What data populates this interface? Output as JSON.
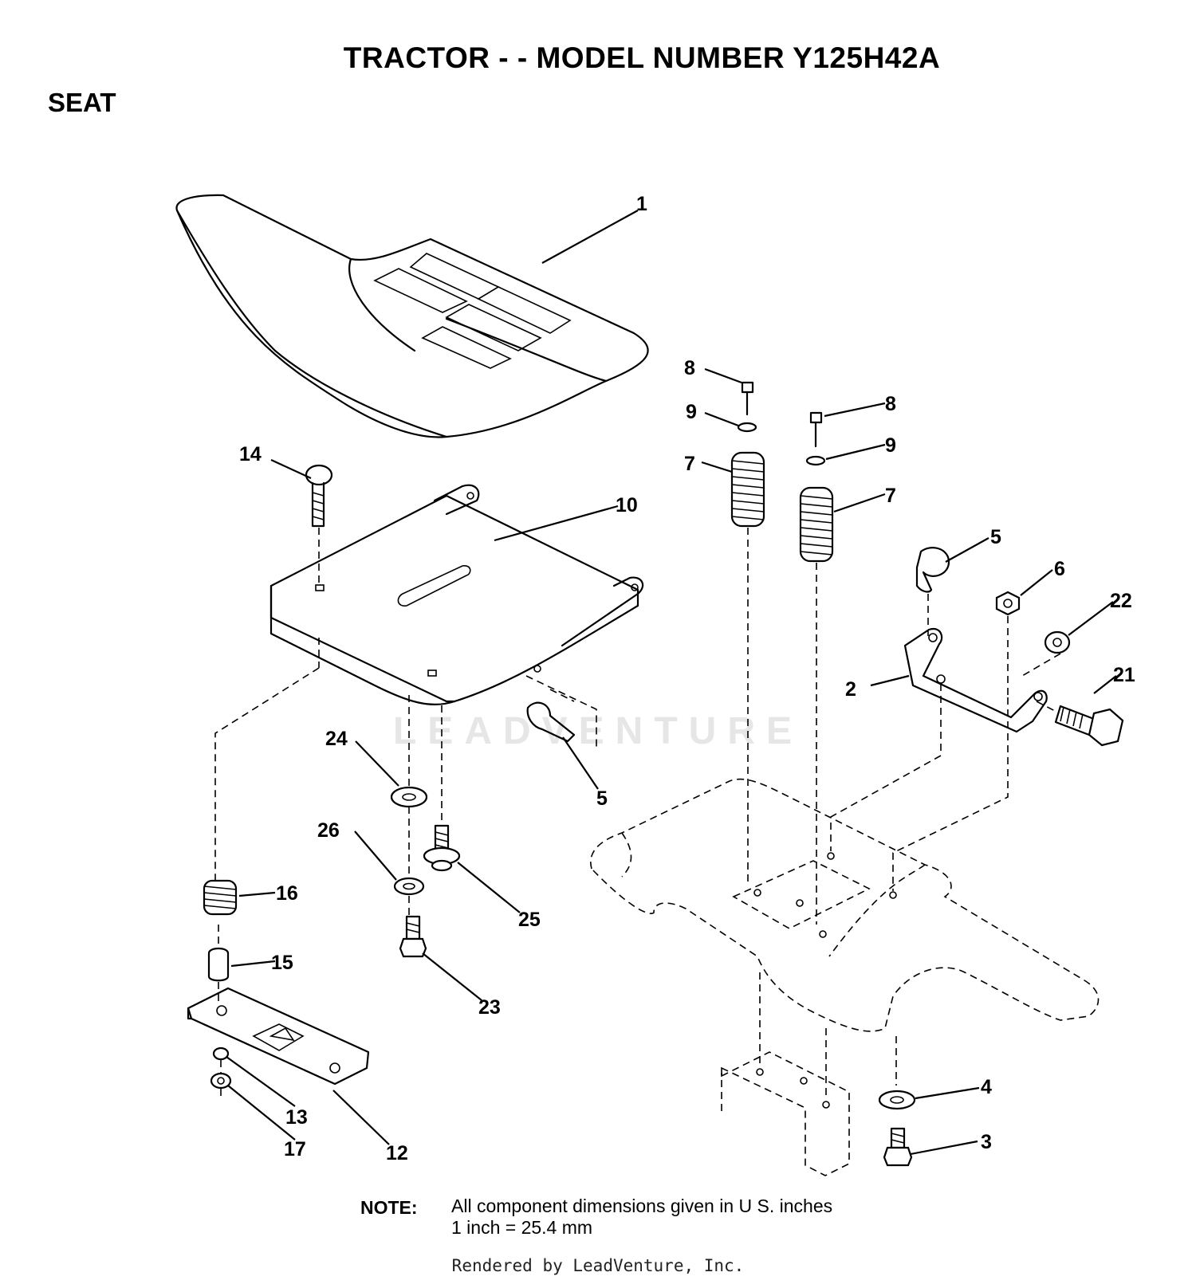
{
  "title": "TRACTOR - - MODEL NUMBER Y125H42A",
  "section": "SEAT",
  "note": {
    "label": "NOTE:",
    "line1": "All component dimensions given in U S. inches",
    "line2": "1 inch = 25.4 mm"
  },
  "credit": "Rendered by LeadVenture, Inc.",
  "watermark": "LEADVENTURE",
  "callouts": {
    "c1": "1",
    "c2": "2",
    "c3": "3",
    "c4": "4",
    "c5a": "5",
    "c5b": "5",
    "c6": "6",
    "c7a": "7",
    "c7b": "7",
    "c8a": "8",
    "c8b": "8",
    "c9a": "9",
    "c9b": "9",
    "c10": "10",
    "c12": "12",
    "c13": "13",
    "c14": "14",
    "c15": "15",
    "c16": "16",
    "c17": "17",
    "c21": "21",
    "c22": "22",
    "c23": "23",
    "c24": "24",
    "c25": "25",
    "c26": "26"
  }
}
